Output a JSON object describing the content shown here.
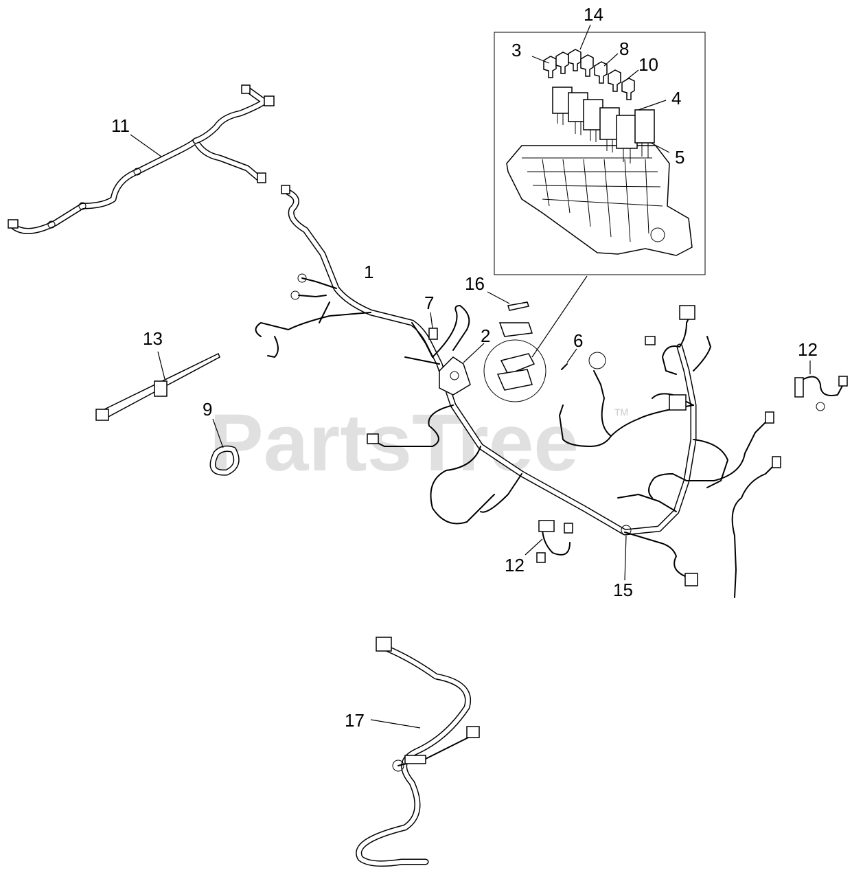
{
  "watermark": {
    "text": "PartsTree",
    "trademark": "TM"
  },
  "callouts": {
    "c1": "1",
    "c2": "2",
    "c3": "3",
    "c4": "4",
    "c5": "5",
    "c6": "6",
    "c7": "7",
    "c8": "8",
    "c9": "9",
    "c10": "10",
    "c11": "11",
    "c12a": "12",
    "c12b": "12",
    "c13": "13",
    "c14": "14",
    "c15": "15",
    "c16": "16",
    "c17": "17"
  }
}
